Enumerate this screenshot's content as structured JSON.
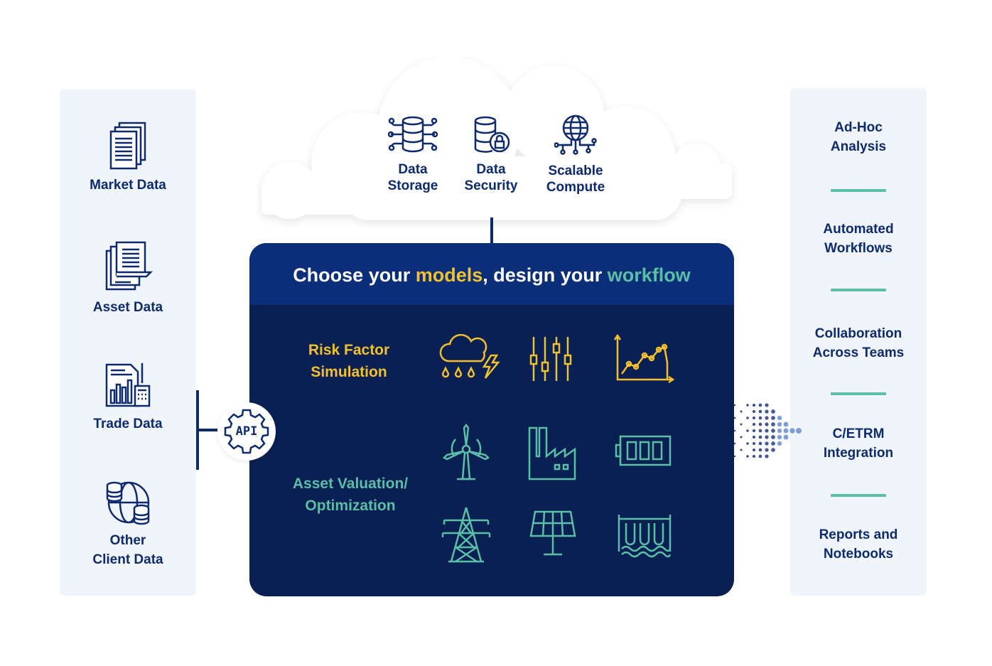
{
  "sources": [
    {
      "label": "Market Data",
      "icon": "documents-stack-icon"
    },
    {
      "label": "Asset Data",
      "icon": "document-copy-icon"
    },
    {
      "label": "Trade Data",
      "icon": "trade-report-calculator-icon"
    },
    {
      "label": "Other\nClient Data",
      "icon": "globe-database-icon"
    }
  ],
  "cloud": {
    "items": [
      {
        "label": "Data\nStorage",
        "icon": "database-network-icon"
      },
      {
        "label": "Data\nSecurity",
        "icon": "database-lock-icon"
      },
      {
        "label": "Scalable\nCompute",
        "icon": "globe-circuit-icon"
      }
    ]
  },
  "main": {
    "title_parts": [
      "Choose your ",
      "models",
      ", design your ",
      "workflow"
    ],
    "sections": [
      {
        "label": "Risk Factor\nSimulation",
        "color": "#f2c12e",
        "icons": [
          "weather-storm-icon",
          "sliders-icon",
          "line-chart-icon"
        ]
      },
      {
        "label": "Asset Valuation/\nOptimization",
        "color": "#5bbfa8",
        "icons": [
          "wind-turbine-icon",
          "factory-icon",
          "battery-icon",
          "transmission-tower-icon",
          "solar-panel-icon",
          "hydro-dam-icon"
        ]
      }
    ]
  },
  "api": {
    "label": "API"
  },
  "outputs": [
    "Ad-Hoc\nAnalysis",
    "Automated\nWorkflows",
    "Collaboration\nAcross Teams",
    "C/ETRM\nIntegration",
    "Reports and\nNotebooks"
  ],
  "colors": {
    "navy": "#0d2a6b",
    "box_dark": "#0a1f52",
    "box_header": "#0b2e79",
    "yellow": "#f2c12e",
    "teal": "#5bbfa8",
    "panel_bg": "#f0f5fc"
  }
}
